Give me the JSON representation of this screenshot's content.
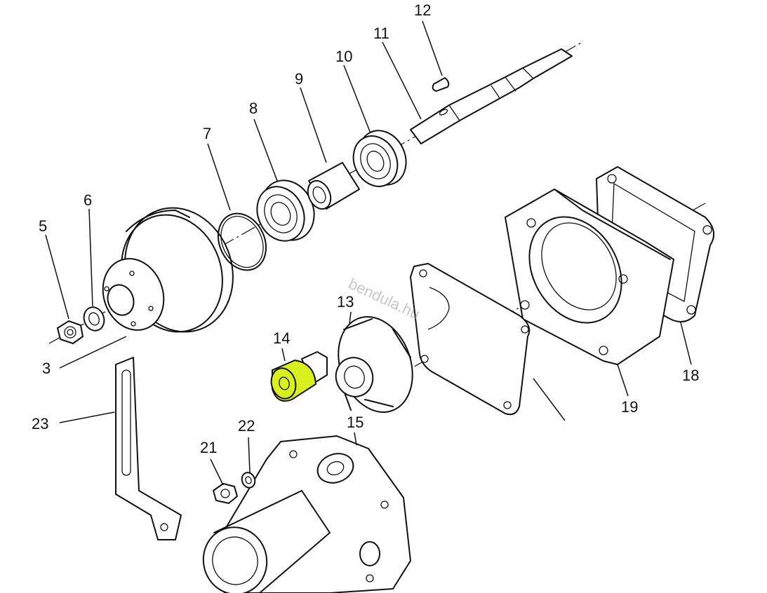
{
  "watermark": "bendula.hu",
  "highlight_color": "#d9ef1e",
  "labels": {
    "p3": "3",
    "p5": "5",
    "p6": "6",
    "p7": "7",
    "p8": "8",
    "p9": "9",
    "p10": "10",
    "p11": "11",
    "p12": "12",
    "p13": "13",
    "p14": "14",
    "p15": "15",
    "p18": "18",
    "p19": "19",
    "p21": "21",
    "p22": "22",
    "p23": "23"
  }
}
